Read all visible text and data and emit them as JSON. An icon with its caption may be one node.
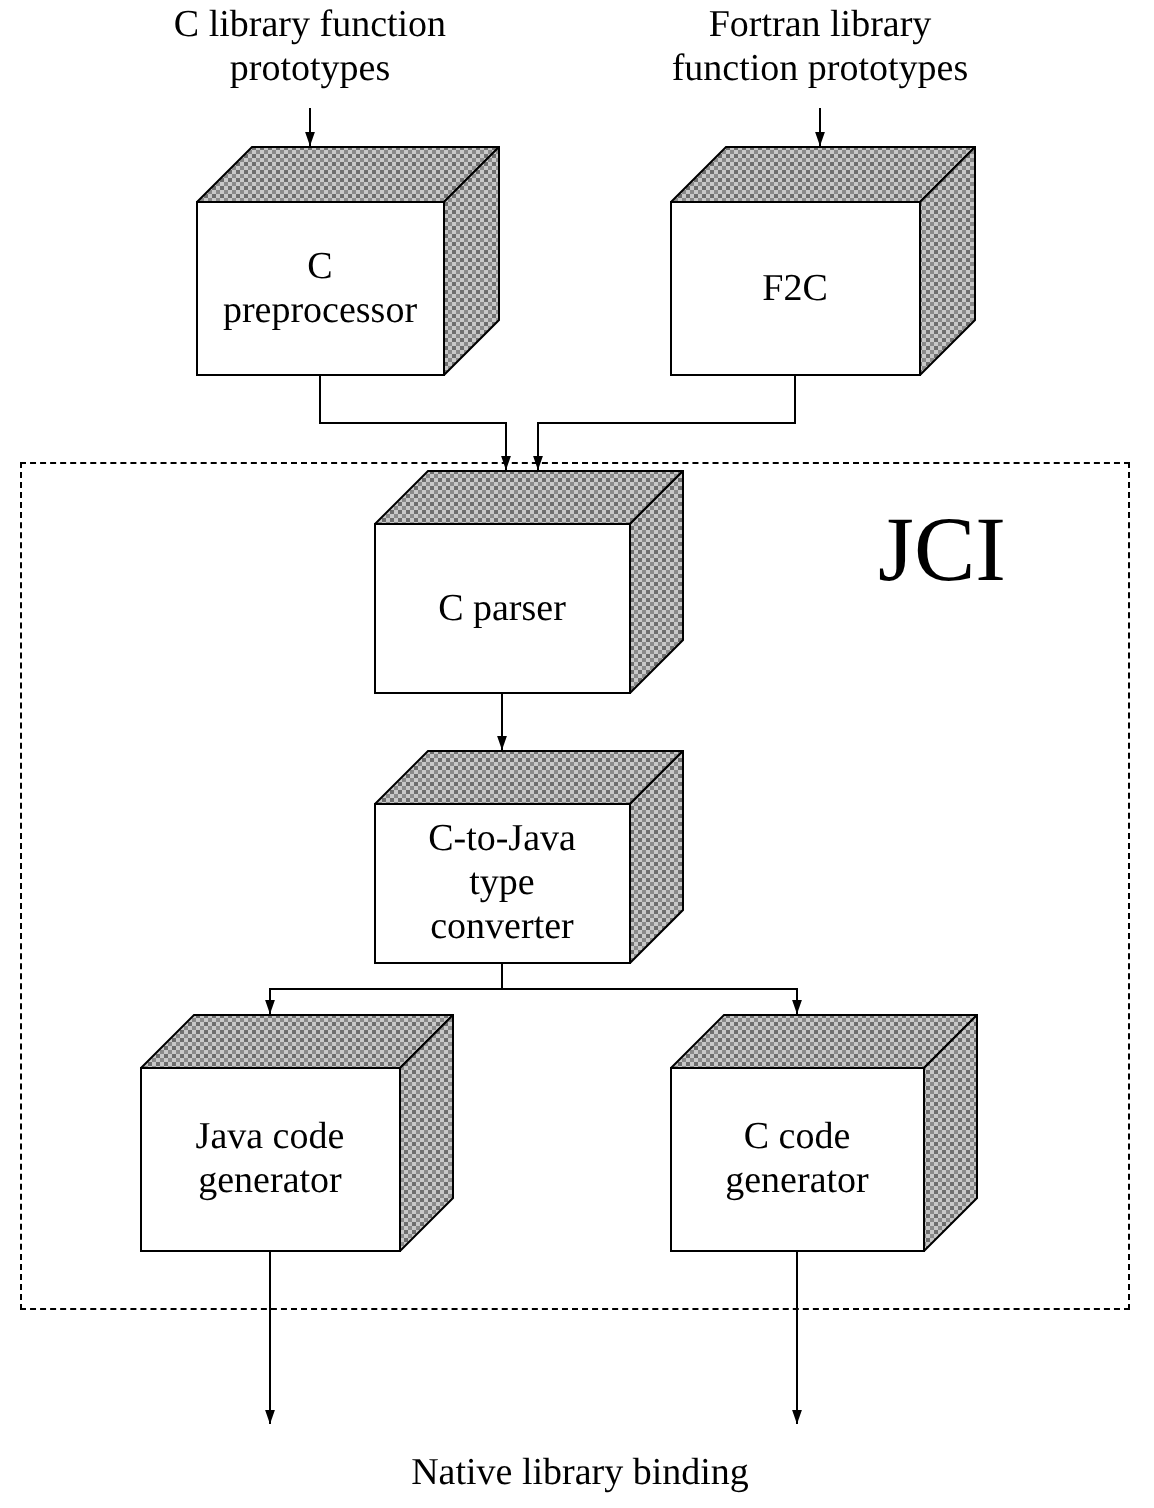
{
  "diagram": {
    "nodes": [
      {
        "text": [
          "C library function prototypes"
        ]
      },
      {
        "text": [
          "Fortran library function prototypes"
        ]
      },
      {
        "text": [
          "C preprocessor"
        ]
      },
      {
        "text": [
          "F2C"
        ]
      },
      {
        "text": [
          "JCI"
        ]
      },
      {
        "text": [
          "C parser"
        ],
        "in": 4
      },
      {
        "text": [
          "C-to-Java type converter"
        ],
        "in": 4
      },
      {
        "text": [
          "Java code generator"
        ],
        "in": 4
      },
      {
        "text": [
          "C code generator"
        ],
        "in": 4
      },
      {
        "text": [
          "Native library binding"
        ]
      }
    ],
    "edges": [
      {
        "from": 0,
        "to": 2,
        "arrow": "to"
      },
      {
        "from": 1,
        "to": 3,
        "arrow": "to"
      },
      {
        "from": 2,
        "to": 5,
        "arrow": "to"
      },
      {
        "from": 3,
        "to": 5,
        "arrow": "to"
      },
      {
        "from": 5,
        "to": 6,
        "arrow": "to"
      },
      {
        "from": 6,
        "to": 7,
        "arrow": "to"
      },
      {
        "from": 6,
        "to": 8,
        "arrow": "to"
      },
      {
        "from": 7,
        "to": 9,
        "arrow": "to"
      },
      {
        "from": 8,
        "to": 9,
        "arrow": "to"
      }
    ]
  }
}
